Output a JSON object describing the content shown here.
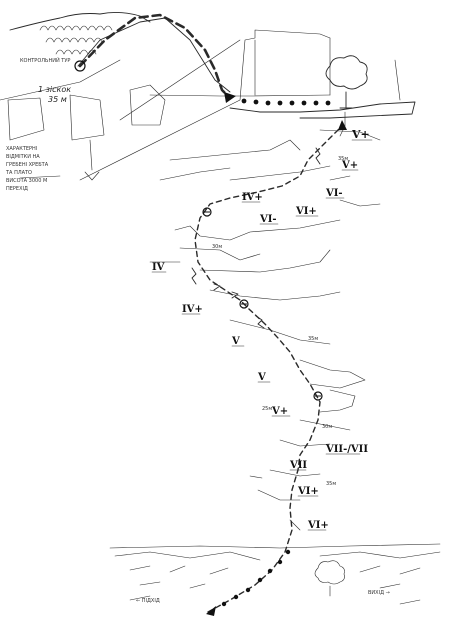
{
  "topo": {
    "pitch_grades": [
      "V+",
      "V+",
      "VI-",
      "VI+",
      "VI-",
      "IV+",
      "IV",
      "IV+",
      "V",
      "V",
      "V+",
      "VII-/VII",
      "VII",
      "VI+",
      "VI+"
    ],
    "descent_note": {
      "lines": [
        "1 зіскок",
        "35 м"
      ]
    },
    "arrival_label": "КОНТРОЛЬНИЙ ТУР",
    "descent_label": "",
    "side_note_lines": [
      "ХАРАКТЕРНІ",
      "ВІДМІТКИ НА",
      "ГРЕБЕНІ ХРЕБТА",
      "ТА ПЛАТО",
      "ВИСОТА 3000 М",
      "ПЕРЕХІД"
    ],
    "approach_left_label": "← ПІДХІД",
    "approach_right_label": "ВИХІД →",
    "scale_notes": [
      "35м",
      "30м",
      "35м",
      "30м",
      "35м",
      "25м"
    ]
  }
}
